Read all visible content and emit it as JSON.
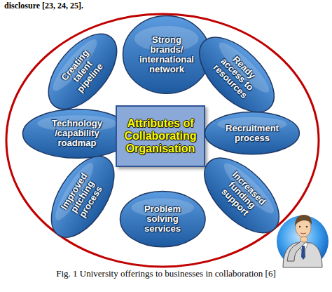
{
  "diagram": {
    "caption": "Fig. 1 University offerings to businesses in collaboration [6]",
    "nodes": [
      {
        "text": [
          "Creating talent pipeline"
        ]
      },
      {
        "text": [
          "Strong brands/ international network"
        ]
      },
      {
        "text": [
          "Ready access to resources"
        ]
      },
      {
        "text": [
          "Technology /capability roadmap"
        ]
      },
      {
        "text": [
          "Attributes of Collaborating Organisation"
        ]
      },
      {
        "text": [
          "Recruitment process"
        ]
      },
      {
        "text": [
          "Improved pitching process"
        ]
      },
      {
        "text": [
          "Problem solving services"
        ]
      },
      {
        "text": [
          "Increased funding support"
        ]
      }
    ],
    "labels": [
      "disclosure [23, 24, 25]."
    ]
  }
}
